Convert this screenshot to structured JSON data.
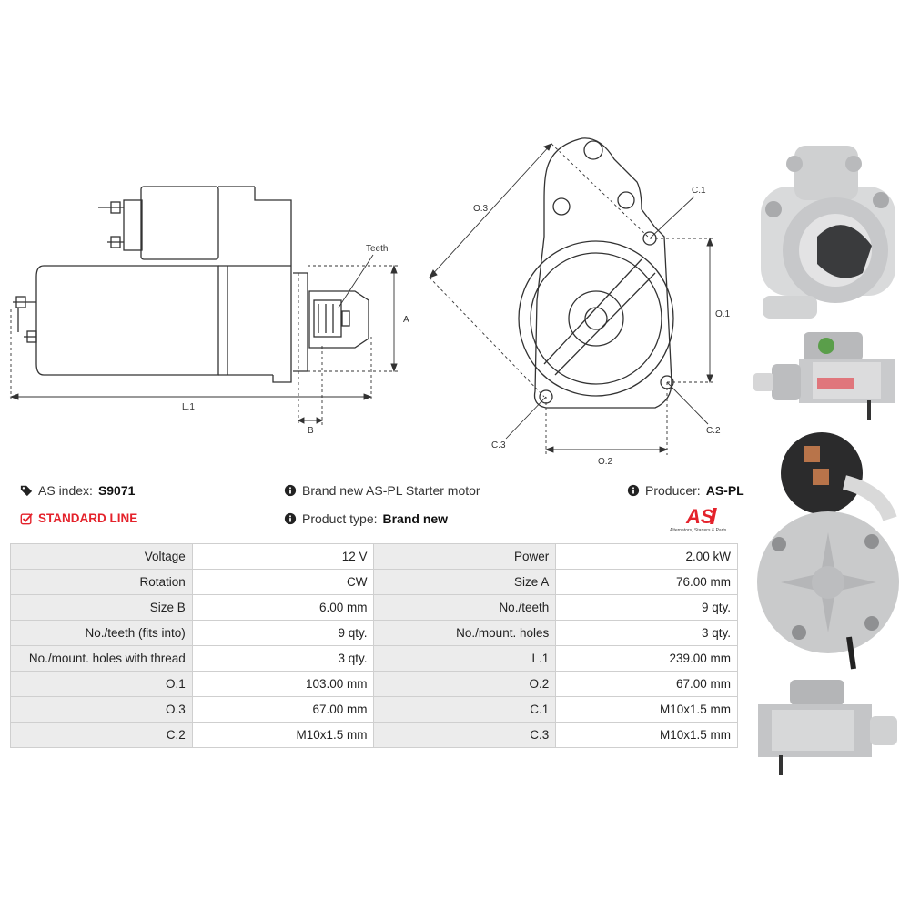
{
  "diagram": {
    "labels": {
      "teeth": "Teeth",
      "a": "A",
      "b": "B",
      "l1": "L.1",
      "o1": "O.1",
      "o2": "O.2",
      "o3": "O.3",
      "c1": "C.1",
      "c2": "C.2",
      "c3": "C.3"
    }
  },
  "info": {
    "as_index_label": "AS index:",
    "as_index_value": "S9071",
    "description": "Brand new AS-PL Starter motor",
    "producer_label": "Producer:",
    "producer_value": "AS-PL",
    "standard_line": "STANDARD LINE",
    "product_type_label": "Product type:",
    "product_type_value": "Brand new",
    "logo_text": "AS",
    "logo_tagline": "Alternators, Starters & Parts"
  },
  "specs": [
    {
      "l1": "Voltage",
      "v1": "12 V",
      "l2": "Power",
      "v2": "2.00 kW"
    },
    {
      "l1": "Rotation",
      "v1": "CW",
      "l2": "Size A",
      "v2": "76.00 mm"
    },
    {
      "l1": "Size B",
      "v1": "6.00 mm",
      "l2": "No./teeth",
      "v2": "9 qty."
    },
    {
      "l1": "No./teeth (fits into)",
      "v1": "9 qty.",
      "l2": "No./mount. holes",
      "v2": "3 qty."
    },
    {
      "l1": "No./mount. holes with thread",
      "v1": "3 qty.",
      "l2": "L.1",
      "v2": "239.00 mm"
    },
    {
      "l1": "O.1",
      "v1": "103.00 mm",
      "l2": "O.2",
      "v2": "67.00 mm"
    },
    {
      "l1": "O.3",
      "v1": "67.00 mm",
      "l2": "C.1",
      "v2": "M10x1.5 mm"
    },
    {
      "l1": "C.2",
      "v1": "M10x1.5 mm",
      "l2": "C.3",
      "v2": "M10x1.5 mm"
    }
  ],
  "colors": {
    "accent": "#e4222b",
    "label_bg": "#ececec",
    "border": "#cfcfcf"
  }
}
